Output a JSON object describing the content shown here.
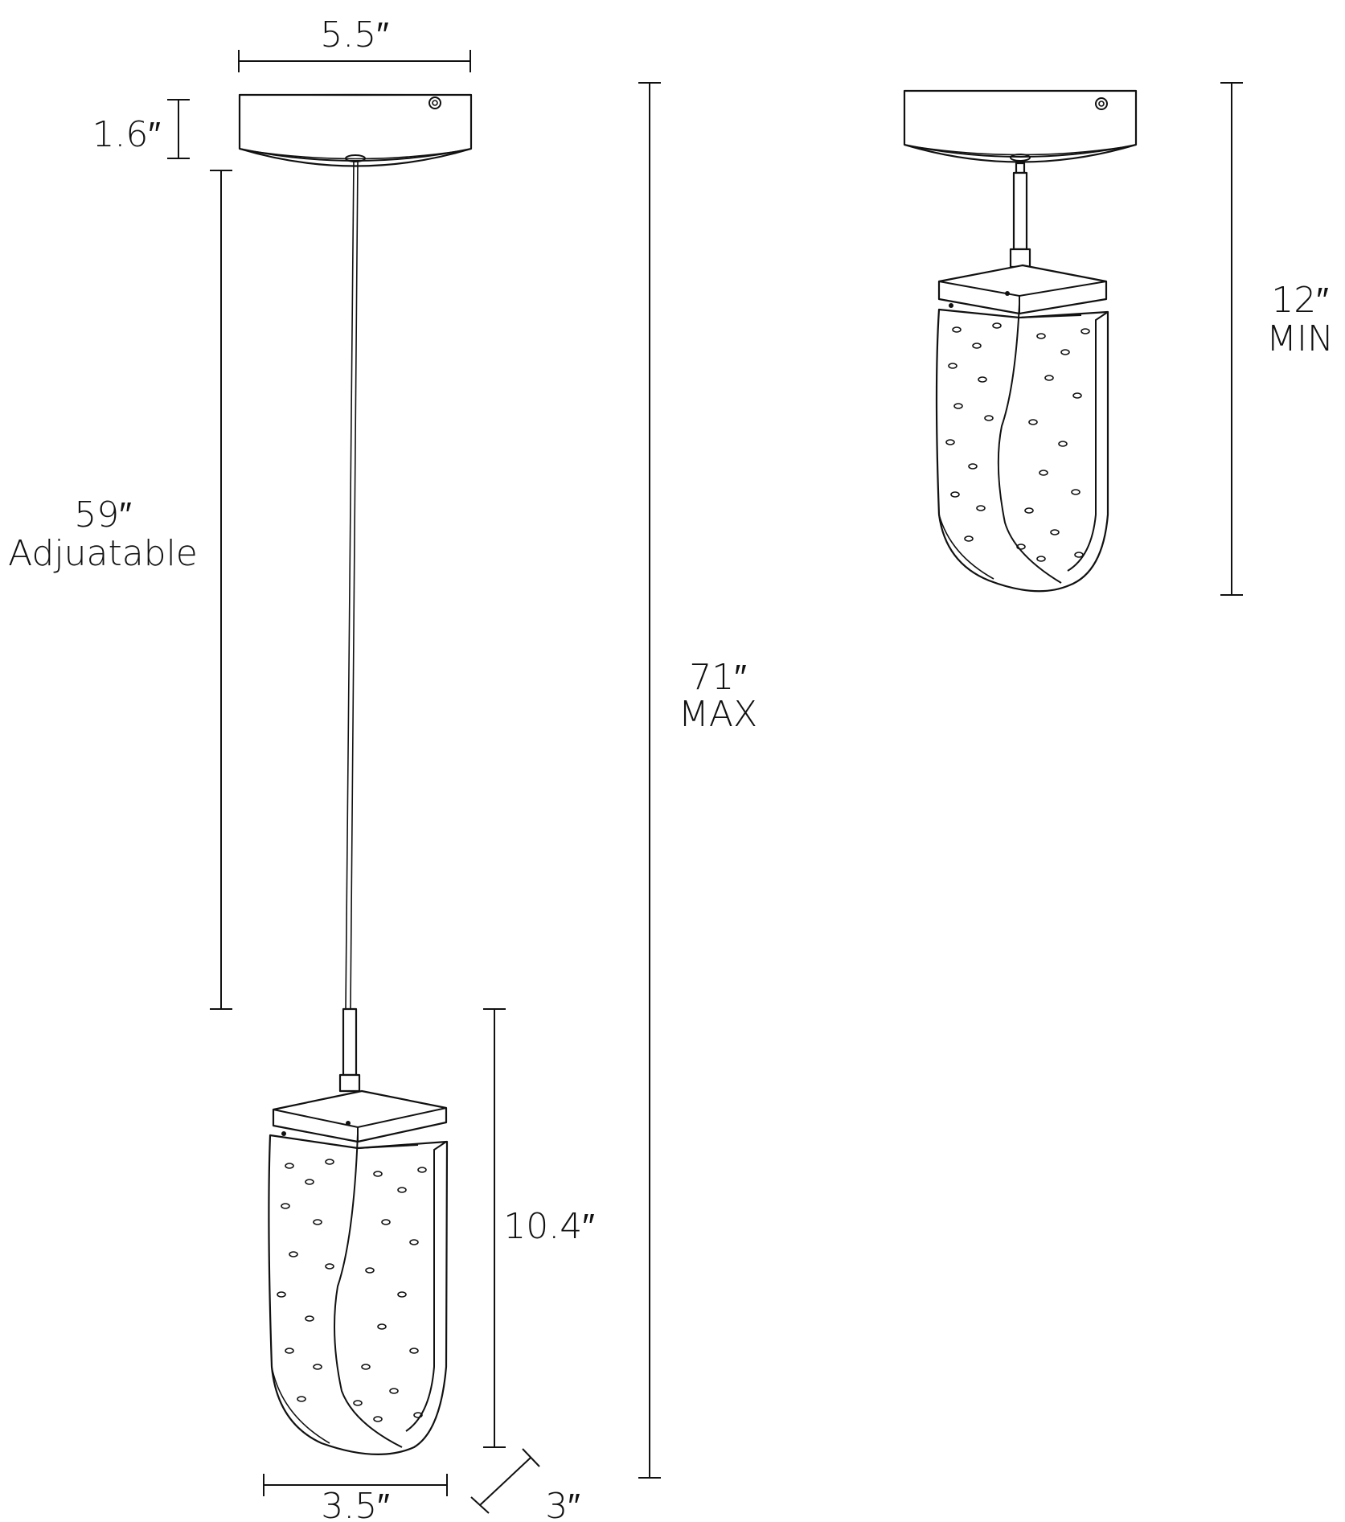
{
  "dimensions": {
    "canopy_width": "5.5″",
    "canopy_height": "1.6″",
    "cable_length_value": "59″",
    "cable_length_note": "Adjuatable",
    "total_max_value": "71″",
    "total_max_note": "MAX",
    "shade_height": "10.4″",
    "shade_width": "3.5″",
    "shade_depth": "3″",
    "total_min_value": "12″",
    "total_min_note": "MIN"
  },
  "colors": {
    "line": "#111111",
    "background": "#ffffff"
  }
}
